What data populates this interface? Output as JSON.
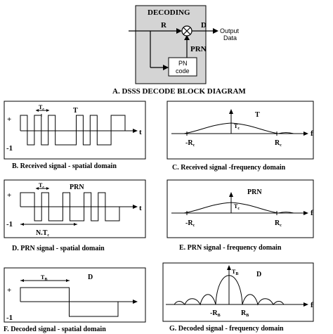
{
  "block_diagram": {
    "box_title": "DECODING",
    "input_label": "R",
    "output_label": "D",
    "output_text_line1": "Output",
    "output_text_line2": "Data",
    "prn_label": "PRN",
    "pn_code_line1": "PN",
    "pn_code_line2": "code",
    "caption": "A. DSSS DECODE BLOCK DIAGRAM"
  },
  "panels": {
    "b": {
      "caption": "B. Received signal - spatial domain",
      "plus_label": "+",
      "minus_label": "-1",
      "axis_label": "t",
      "marker_label": "T",
      "marker_sub": "c",
      "signal_label": "T",
      "levels": [
        1,
        -1,
        1,
        -1,
        1,
        -1,
        -1,
        -1,
        1,
        -1,
        1,
        -1,
        -1,
        1,
        1
      ]
    },
    "c": {
      "caption": "C. Received signal -frequency domain",
      "axis_label": "f",
      "signal_label": "T",
      "peak_label": "T",
      "peak_sub": "c",
      "left_label": "-R",
      "left_sub": "c",
      "right_label": "R",
      "right_sub": "c"
    },
    "d": {
      "caption": "D. PRN signal - spatial domain",
      "plus_label": "+",
      "minus_label": "-1",
      "axis_label": "t",
      "marker_label": "T",
      "marker_sub": "c",
      "signal_label": "PRN",
      "span_label": "N.T",
      "span_sub": "c",
      "levels": [
        1,
        1,
        -1,
        1,
        -1,
        -1,
        1,
        -1,
        -1,
        1,
        -1,
        1,
        -1,
        -1
      ]
    },
    "e": {
      "caption": "E. PRN signal - frequency domain",
      "axis_label": "f",
      "signal_label": "PRN",
      "peak_label": "T",
      "peak_sub": "c",
      "left_label": "-R",
      "left_sub": "c",
      "right_label": "R",
      "right_sub": "c"
    },
    "f": {
      "caption": "F. Decoded signal - spatial domain",
      "plus_label": "+",
      "minus_label": "-1",
      "marker_label": "T",
      "marker_sub": "B",
      "signal_label": "D",
      "levels": [
        1,
        -1
      ]
    },
    "g": {
      "caption": "G. Decoded signal - frequency domain",
      "axis_label": "f",
      "signal_label": "D",
      "peak_label": "T",
      "peak_sub": "B",
      "left_label": "-R",
      "left_sub": "B",
      "right_label": "R",
      "right_sub": "B"
    }
  }
}
